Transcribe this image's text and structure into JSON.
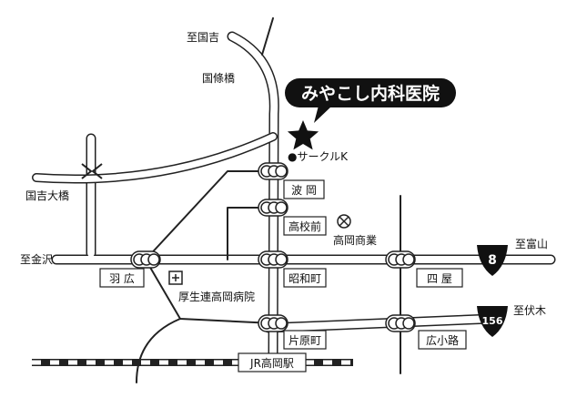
{
  "clinic": {
    "name": "みやこし内科医院"
  },
  "labels": {
    "to_kokukichi": "至国吉",
    "kokujo_bridge": "国條橋",
    "kokukichi_ohashi": "国吉大橋",
    "to_kanazawa": "至金沢",
    "to_toyama": "至富山",
    "to_fushiki": "至伏木",
    "circle_k": "●サークルK",
    "takaoka_shogyo": "高岡商業",
    "kosei_hospital": "厚生連高岡病院"
  },
  "intersections": {
    "namioka": "波 岡",
    "kokomae": "高校前",
    "showamachi": "昭和町",
    "hanehiro": "羽 広",
    "yonoya": "四 屋",
    "katahara": "片原町",
    "hirokoji": "広小路"
  },
  "station": {
    "name": "JR高岡駅"
  },
  "routes": {
    "r8": "8",
    "r156": "156"
  },
  "colors": {
    "road_fill": "#ffffff",
    "road_edge": "#222222",
    "ink": "#111111",
    "bubble": "#111111"
  }
}
